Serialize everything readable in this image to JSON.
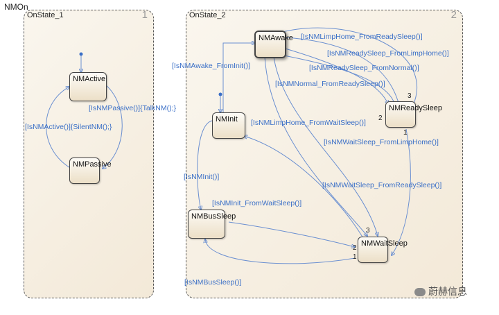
{
  "diagram": {
    "outer_title": "NMOn",
    "regions": [
      {
        "title": "OnState_1",
        "number": "1"
      },
      {
        "title": "OnState_2",
        "number": "2"
      }
    ],
    "states": {
      "nm_active": "NMActive",
      "nm_passive": "NMPassive",
      "nm_awake": "NMAwake",
      "nm_init": "NMInit",
      "nm_ready_sleep": "NMReadySleep",
      "nm_bus_sleep": "NMBusSleep",
      "nm_wait_sleep": "NMWaitSleep"
    },
    "transitions": {
      "passive_talk": "[IsNMPassive()]{TalkNM();}",
      "active_silent": "[IsNMActive()]{SilentNM();}",
      "awake_from_init": "[IsNMAwake_FromInit()]",
      "limphome_from_readysleep": "[IsNMLimpHome_FromReadySleep()]",
      "readysleep_from_limphome": "[IsNMReadySleep_FromLimpHome()]",
      "readysleep_from_normal": "[IsNMReadySleep_FromNormal()]",
      "normal_from_readysleep": "[IsNMNormal_FromReadySleep()]",
      "limphome_from_waitsleep": "[IsNMLimpHome_FromWaitSleep()]",
      "waitsleep_from_limphome": "[IsNMWaitSleep_FromLimpHome()]",
      "nminit": "[IsNMInit()]",
      "waitsleep_from_readysleep": "[IsNMWaitSleep_FromReadySleep()]",
      "init_from_waitsleep": "[IsNMInit_FromWaitSleep()]",
      "bussleep": "[IsNMBusSleep()]"
    },
    "priority_numbers": {
      "ready_3": "3",
      "ready_2": "2",
      "ready_1": "1",
      "wait_3": "3",
      "wait_2": "2",
      "wait_1": "1"
    }
  },
  "watermark": {
    "text": "蔚赫信息"
  }
}
